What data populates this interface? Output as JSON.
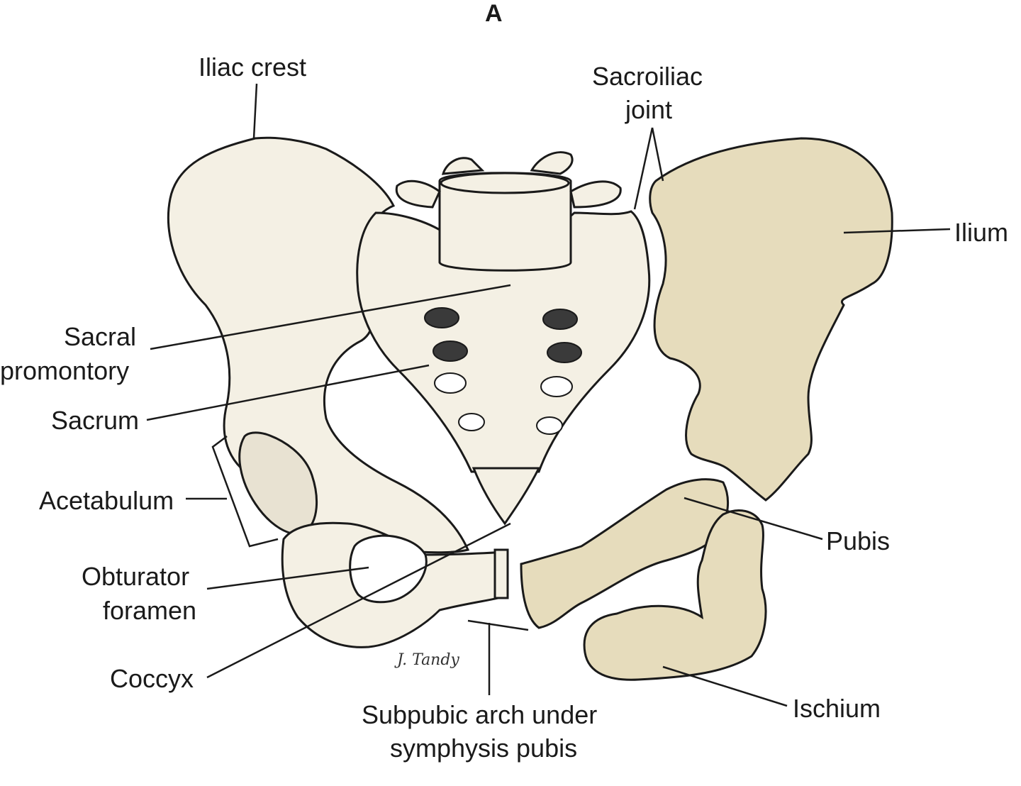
{
  "figure": {
    "panel_letter": "A",
    "signature": "J. Tandy"
  },
  "labels": {
    "iliac_crest": "Iliac crest",
    "sacroiliac_joint_1": "Sacroiliac",
    "sacroiliac_joint_2": "joint",
    "ilium": "Ilium",
    "sacral_promontory_1": "Sacral",
    "sacral_promontory_2": "promontory",
    "sacrum": "Sacrum",
    "acetabulum": "Acetabulum",
    "obturator_foramen_1": "Obturator",
    "obturator_foramen_2": "foramen",
    "coccyx": "Coccyx",
    "pubis": "Pubis",
    "ischium": "Ischium",
    "subpubic_arch_1": "Subpubic arch under",
    "subpubic_arch_2": "symphysis pubis"
  },
  "colors": {
    "bone_light": "#f4f0e4",
    "bone_tan": "#e6dcbc",
    "outline": "#1a1a1a",
    "foramina": "#3a3a3a"
  }
}
